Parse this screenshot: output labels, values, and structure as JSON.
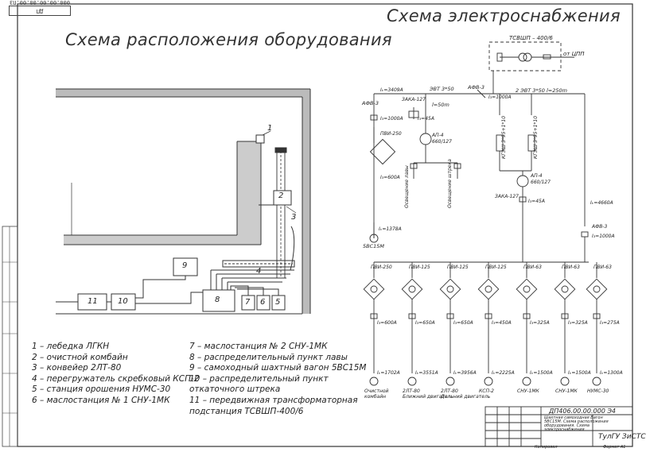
{
  "drawing_code_stamp": "ДП 000.00.00.00.00.ПЗ",
  "left_title": "Схема расположения оборудования",
  "right_title": "Схема электроснабжения",
  "layout_labels": [
    "1",
    "2",
    "3",
    "4",
    "5",
    "6",
    "7",
    "8",
    "9",
    "10",
    "11"
  ],
  "legend_left": [
    "1 – лебедка ЛГКН",
    "2 – очистной комбайн",
    "3 – конвейер 2ЛТ-80",
    "4 – перегружатель скребковый КСП-2",
    "5 – станция орошения НУМС-30",
    "6 – маслостанция № 1 СНУ-1МК"
  ],
  "legend_right": [
    "7 – маслостанция № 2 СНУ-1МК",
    "8 – распределительный пункт лавы",
    "9 – самоходный шахтный вагон 5ВС15М",
    "10 – распределительный пункт откаточного штрека",
    "11 – передвижная трансформаторная подстанция ТСВШП-400/6"
  ],
  "elec": {
    "substation": "ТСВШП – 400/6",
    "from_rpp": "от ЦПП",
    "main_cable": "ЭВТ 3*50",
    "main_len": "l=50m",
    "cable2": "2 ЭВТ 3*50 l=250m",
    "breaker_main": "АФВ-3",
    "breaker_main_i": "I₃=1000A",
    "afv_left": "АФВ-3",
    "i_left": "I₃=1000A",
    "ik_left": "Iₖ=3409A",
    "zakh": "ЗАКА-127",
    "i_45a": "I₃=45A",
    "pvi_250": "ПВИ-250",
    "ap4": "АП-4",
    "ap4_v": "660/127",
    "i_600": "I₃=600A",
    "ik_1378": "Iₖ=1378A",
    "load_main": "5ВС15М",
    "zakh2": "ЗАКА-127",
    "i_45a2": "I₃=45A",
    "ap4_2": "АП-4",
    "ap4_v2": "660/127",
    "ik_4660": "Iₖ=4660A",
    "afv_3": "АФВ-3",
    "i_1000": "I₃=1000A",
    "v_labels": [
      "Освещение лавы",
      "Освещение штрека"
    ],
    "cable_right": [
      "КГЭШ 3*95+1*10",
      "КГЭШ 3*95+1*10"
    ],
    "feeders": [
      {
        "starter": "ПВИ-250",
        "setting": "I₃=600A",
        "ik": "Iₖ=1702A",
        "load": "Очистной комбайн"
      },
      {
        "starter": "ПВИ-125",
        "setting": "I₃=650A",
        "ik": "Iₖ=3551A",
        "load": "2ЛТ-80 Ближний двигатель"
      },
      {
        "starter": "ПВИ-125",
        "setting": "I₃=650A",
        "ik": "Iₖ=3956A",
        "load": "2ЛТ-80 Дальний двигатель"
      },
      {
        "starter": "ПВИ-125",
        "setting": "I₃=450A",
        "ik": "Iₖ=2225A",
        "load": "КСП-2"
      },
      {
        "starter": "ПВИ-63",
        "setting": "I₃=325A",
        "ik": "Iₖ=1500A",
        "load": "СНУ-1МК"
      },
      {
        "starter": "ПВИ-63",
        "setting": "I₃=325A",
        "ik": "Iₖ=1500A",
        "load": "СНУ-1МК"
      },
      {
        "starter": "ПВИ-63",
        "setting": "I₃=275A",
        "ik": "Iₖ=1300A",
        "load": "НУМС-30"
      }
    ]
  },
  "title_block": {
    "code": "ДП406.00.00.000 Э4",
    "desc_1": "Шахтная самоходная Вагон",
    "desc_2": "5ВС15М. Схема расположения",
    "desc_3": "оборудования. Схема",
    "desc_4": "электроснабжения",
    "org": "ТулГУ ЗиСТС",
    "bottom_left": "Копировал",
    "bottom_right": "Формат А1"
  }
}
